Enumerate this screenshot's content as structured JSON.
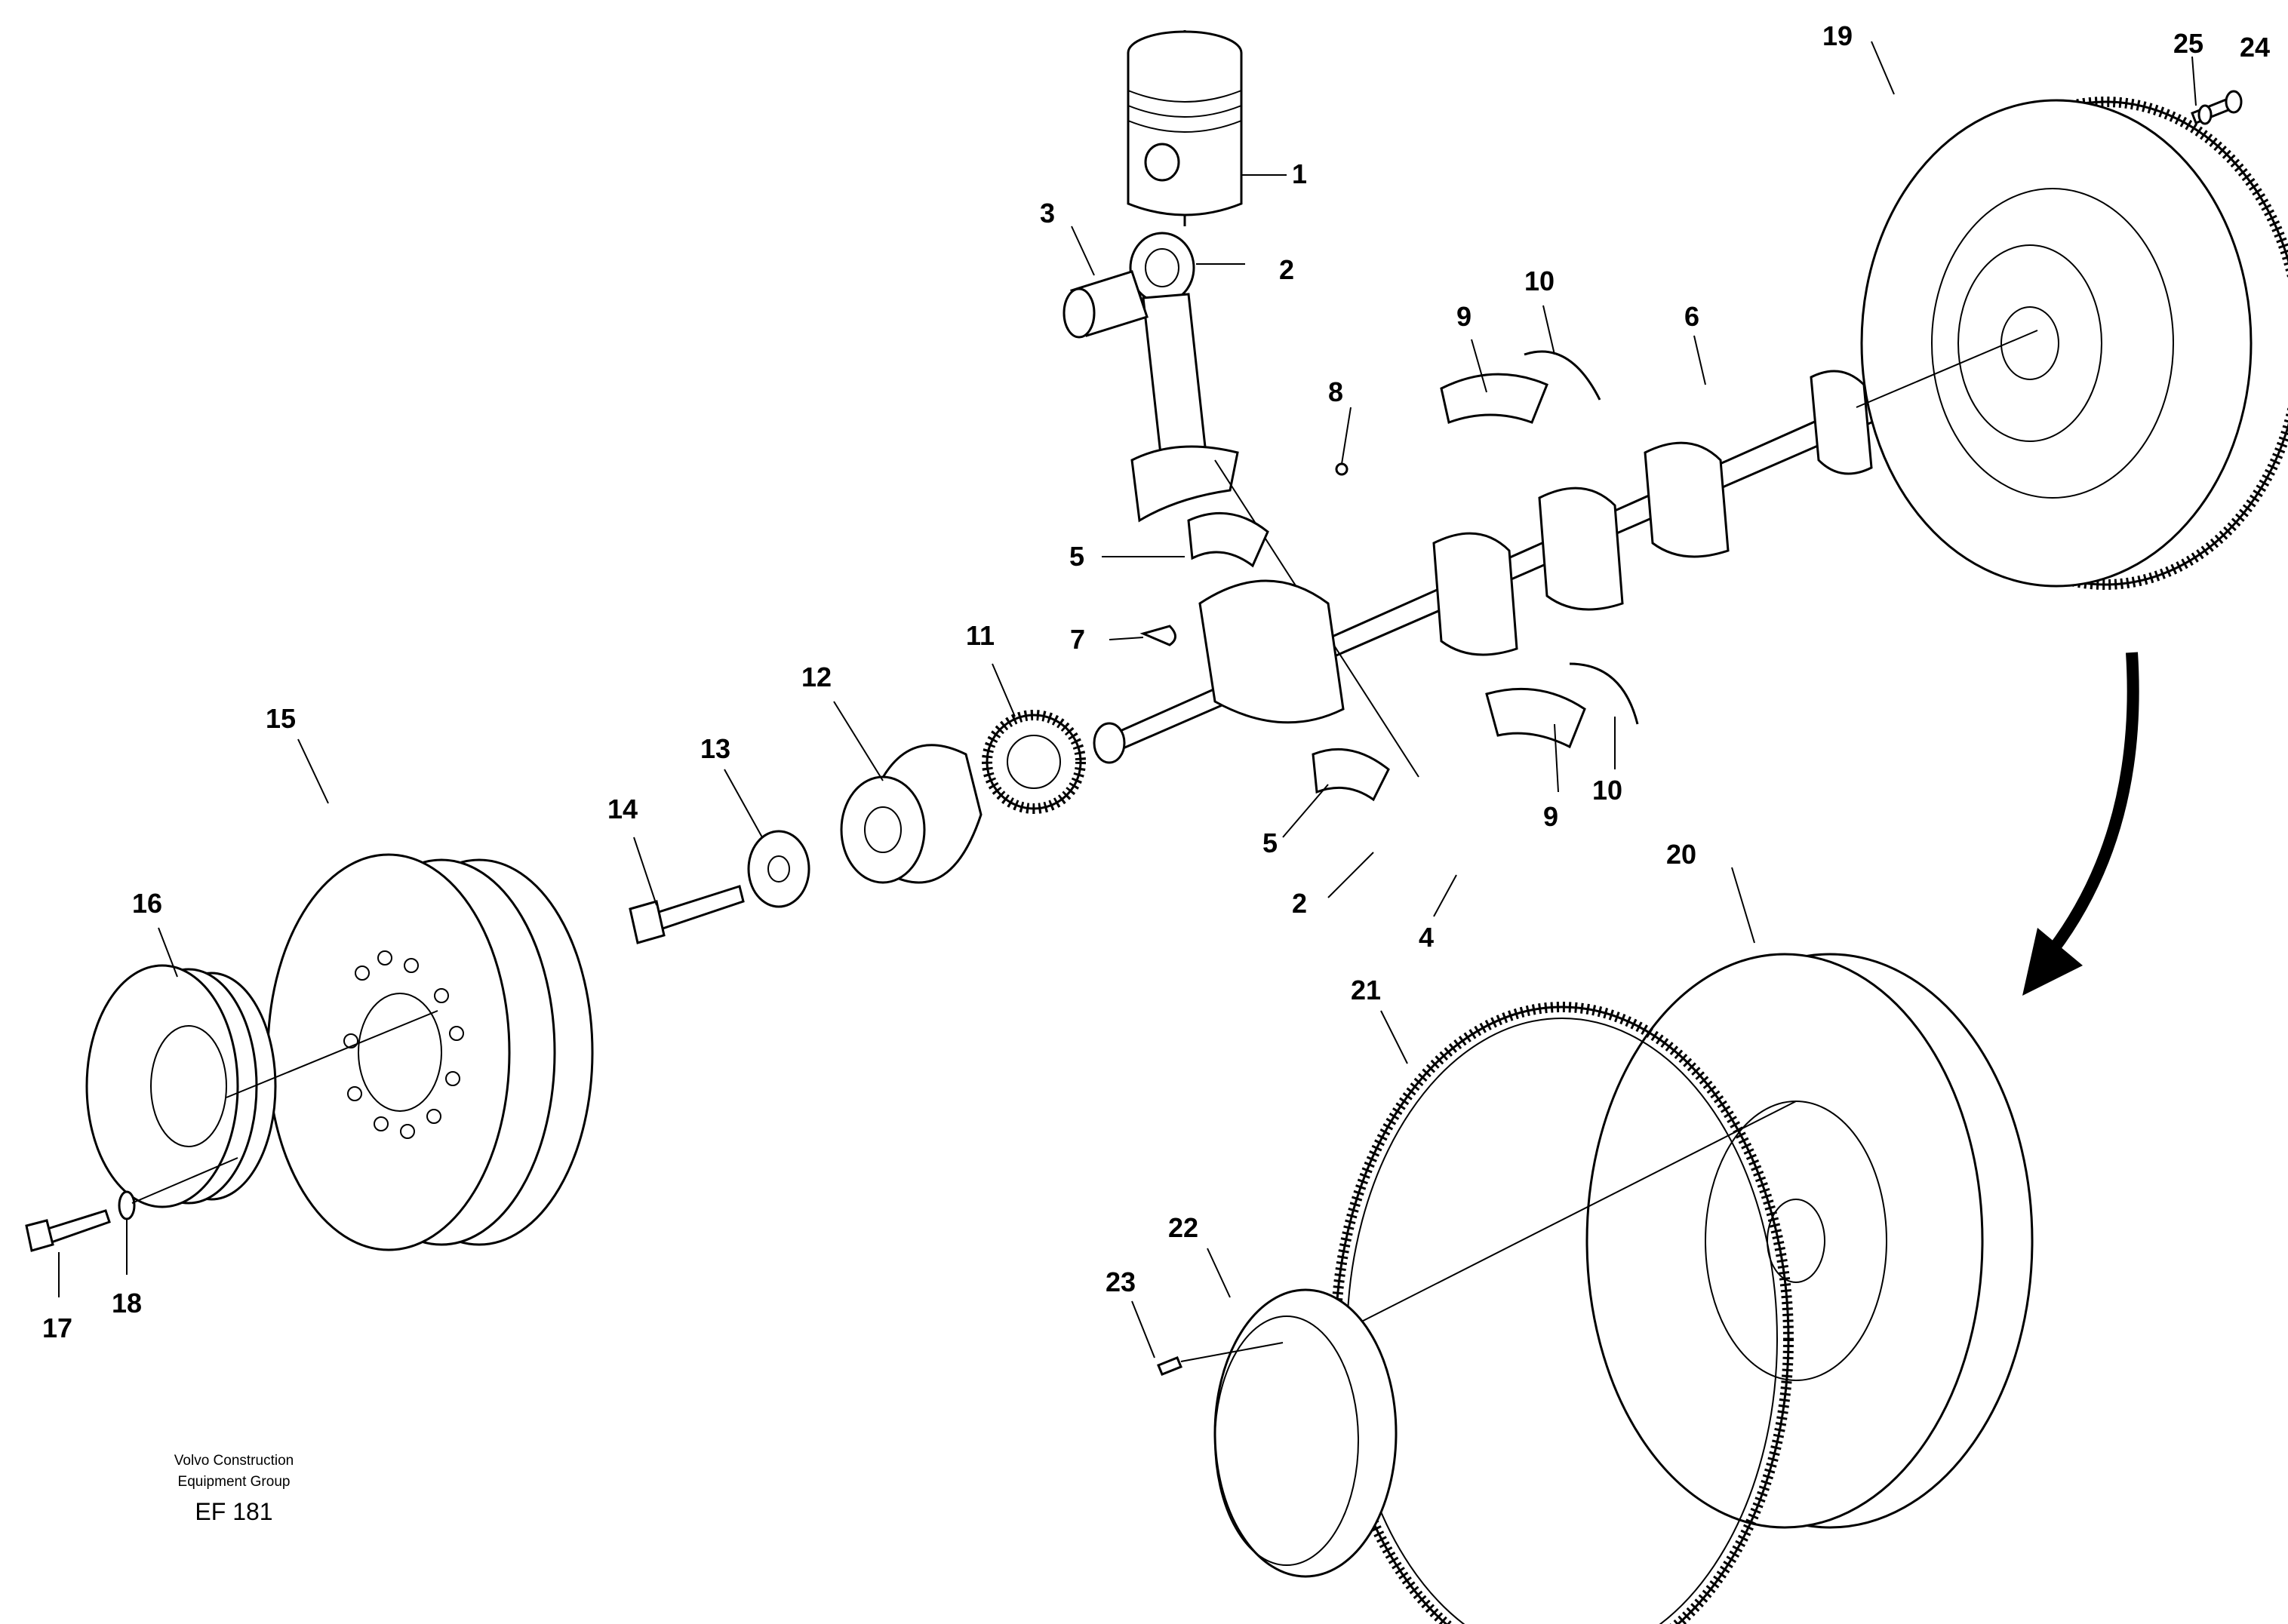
{
  "diagram": {
    "part_numbers": [
      "1",
      "2",
      "3",
      "2",
      "4",
      "5",
      "5",
      "6",
      "7",
      "8",
      "9",
      "9",
      "10",
      "10",
      "11",
      "12",
      "13",
      "14",
      "15",
      "16",
      "17",
      "18",
      "19",
      "20",
      "21",
      "22",
      "23",
      "24",
      "25"
    ],
    "labels": {
      "p1": "1",
      "p2a": "2",
      "p2b": "2",
      "p3": "3",
      "p4": "4",
      "p5a": "5",
      "p5b": "5",
      "p6": "6",
      "p7": "7",
      "p8": "8",
      "p9a": "9",
      "p9b": "9",
      "p10a": "10",
      "p10b": "10",
      "p11": "11",
      "p12": "12",
      "p13": "13",
      "p14": "14",
      "p15": "15",
      "p16": "16",
      "p17": "17",
      "p18": "18",
      "p19": "19",
      "p20": "20",
      "p21": "21",
      "p22": "22",
      "p23": "23",
      "p24": "24",
      "p25": "25"
    },
    "credit": {
      "line1": "Volvo Construction",
      "line2": "Equipment Group",
      "code": "EF 181"
    }
  }
}
